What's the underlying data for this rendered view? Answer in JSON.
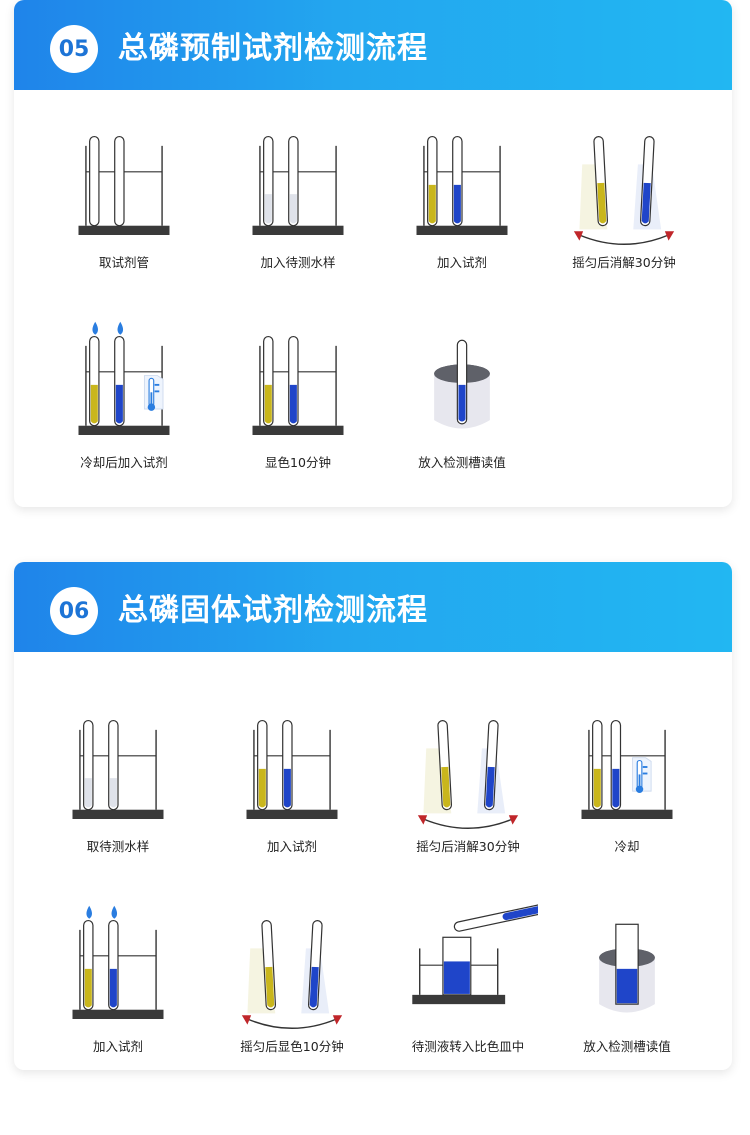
{
  "section05": {
    "number": "05",
    "title": "总磷预制试剂检测流程",
    "steps": [
      {
        "label": "取试剂管",
        "illustration": "empty-tubes-rack"
      },
      {
        "label": "加入待测水样",
        "illustration": "tubes-with-water-rack"
      },
      {
        "label": "加入试剂",
        "illustration": "yellow-blue-tubes-rack"
      },
      {
        "label": "摇匀后消解30分钟",
        "illustration": "shaking-tubes"
      },
      {
        "label": "冷却后加入试剂",
        "illustration": "drops-thermometer-rack"
      },
      {
        "label": "显色10分钟",
        "illustration": "colored-tubes-rack"
      },
      {
        "label": "放入检测槽读值",
        "illustration": "tube-in-slot"
      }
    ]
  },
  "section06": {
    "number": "06",
    "title": "总磷固体试剂检测流程",
    "steps": [
      {
        "label": "取待测水样",
        "illustration": "tubes-with-water-rack"
      },
      {
        "label": "加入试剂",
        "illustration": "yellow-blue-tubes-rack"
      },
      {
        "label": "摇匀后消解30分钟",
        "illustration": "shaking-tubes"
      },
      {
        "label": "冷却",
        "illustration": "thermometer-rack"
      },
      {
        "label": "加入试剂",
        "illustration": "drops-rack"
      },
      {
        "label": "摇匀后显色10分钟",
        "illustration": "shaking-tubes"
      },
      {
        "label": "待测液转入比色皿中",
        "illustration": "pour-into-cuvette"
      },
      {
        "label": "放入检测槽读值",
        "illustration": "cuvette-in-slot"
      }
    ]
  },
  "colors": {
    "header_start": "#1f84ea",
    "header_end": "#22b7f2",
    "yellow_liquid": "#c9b61c",
    "blue_liquid": "#1f45c9",
    "rack": "#3a3a3a"
  }
}
